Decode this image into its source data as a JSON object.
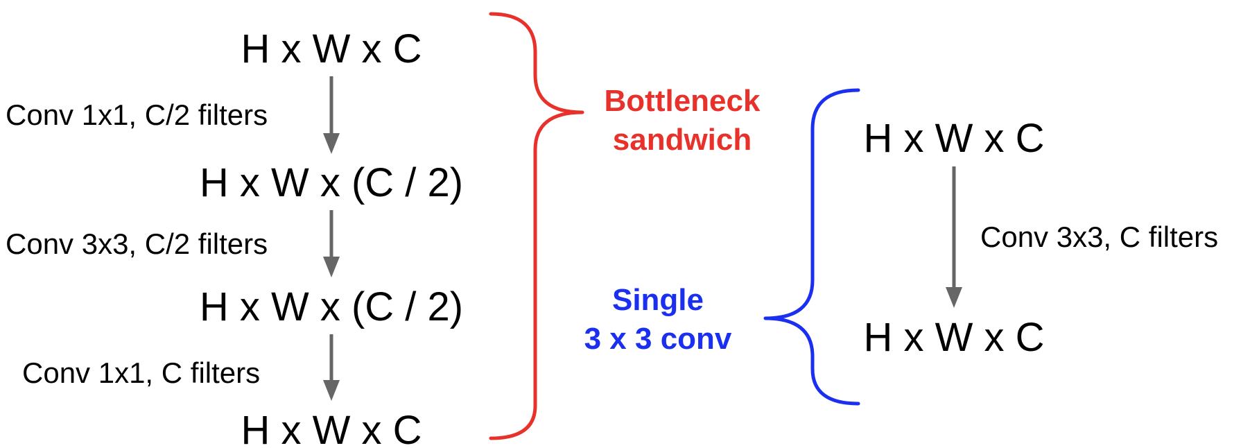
{
  "bottleneck": {
    "shapes": [
      "H x W x C",
      "H x W x (C / 2)",
      "H x W x (C / 2)",
      "H x W x C"
    ],
    "ops": [
      "Conv 1x1, C/2 filters",
      "Conv 3x3, C/2 filters",
      "Conv 1x1, C filters"
    ],
    "label_lines": [
      "Bottleneck",
      "sandwich"
    ],
    "color": "#e8312a"
  },
  "single": {
    "shapes": [
      "H x W x C",
      "H x W x C"
    ],
    "ops": [
      "Conv 3x3, C filters"
    ],
    "label_lines": [
      "Single",
      "3 x 3 conv"
    ],
    "color": "#1a2ff0"
  },
  "arrow_color": "#666666",
  "text_color": "#000000"
}
